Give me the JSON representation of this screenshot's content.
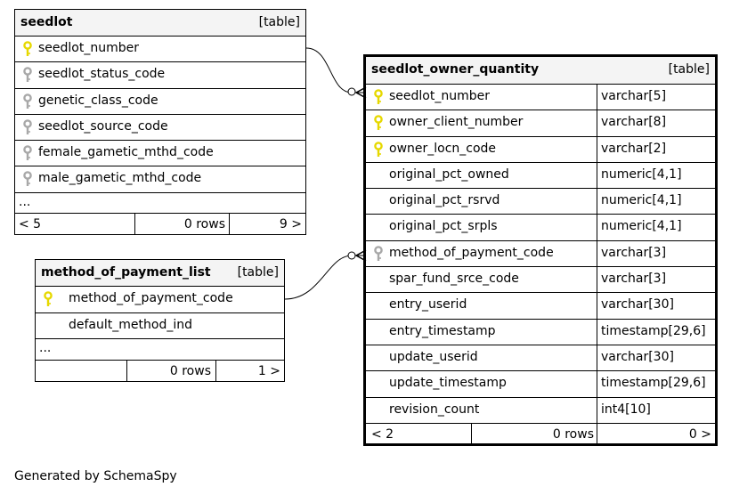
{
  "tables": {
    "seedlot": {
      "name": "seedlot",
      "kind": "[table]",
      "columns": [
        {
          "name": "seedlot_number",
          "key": "primary"
        },
        {
          "name": "seedlot_status_code",
          "key": "foreign"
        },
        {
          "name": "genetic_class_code",
          "key": "foreign"
        },
        {
          "name": "seedlot_source_code",
          "key": "foreign"
        },
        {
          "name": "female_gametic_mthd_code",
          "key": "foreign"
        },
        {
          "name": "male_gametic_mthd_code",
          "key": "foreign"
        }
      ],
      "more": "...",
      "footer": {
        "parents": "< 5",
        "rows": "0 rows",
        "children": "9 >"
      }
    },
    "method_of_payment_list": {
      "name": "method_of_payment_list",
      "kind": "[table]",
      "columns": [
        {
          "name": "method_of_payment_code",
          "key": "primary"
        },
        {
          "name": "default_method_ind",
          "key": "none"
        }
      ],
      "more": "...",
      "footer": {
        "parents": "",
        "rows": "0 rows",
        "children": "1 >"
      }
    },
    "seedlot_owner_quantity": {
      "name": "seedlot_owner_quantity",
      "kind": "[table]",
      "columns": [
        {
          "name": "seedlot_number",
          "type": "varchar[5]",
          "key": "primary"
        },
        {
          "name": "owner_client_number",
          "type": "varchar[8]",
          "key": "primary"
        },
        {
          "name": "owner_locn_code",
          "type": "varchar[2]",
          "key": "primary"
        },
        {
          "name": "original_pct_owned",
          "type": "numeric[4,1]",
          "key": "none"
        },
        {
          "name": "original_pct_rsrvd",
          "type": "numeric[4,1]",
          "key": "none"
        },
        {
          "name": "original_pct_srpls",
          "type": "numeric[4,1]",
          "key": "none"
        },
        {
          "name": "method_of_payment_code",
          "type": "varchar[3]",
          "key": "foreign"
        },
        {
          "name": "spar_fund_srce_code",
          "type": "varchar[3]",
          "key": "none"
        },
        {
          "name": "entry_userid",
          "type": "varchar[30]",
          "key": "none"
        },
        {
          "name": "entry_timestamp",
          "type": "timestamp[29,6]",
          "key": "none"
        },
        {
          "name": "update_userid",
          "type": "varchar[30]",
          "key": "none"
        },
        {
          "name": "update_timestamp",
          "type": "timestamp[29,6]",
          "key": "none"
        },
        {
          "name": "revision_count",
          "type": "int4[10]",
          "key": "none"
        }
      ],
      "footer": {
        "parents": "< 2",
        "rows": "0 rows",
        "children": "0 >"
      }
    }
  },
  "colors": {
    "primary_key": "#e6d800",
    "foreign_key": "#a8a8a8",
    "header_bg": "#f4f4f4"
  },
  "generated_by": "Generated by SchemaSpy"
}
